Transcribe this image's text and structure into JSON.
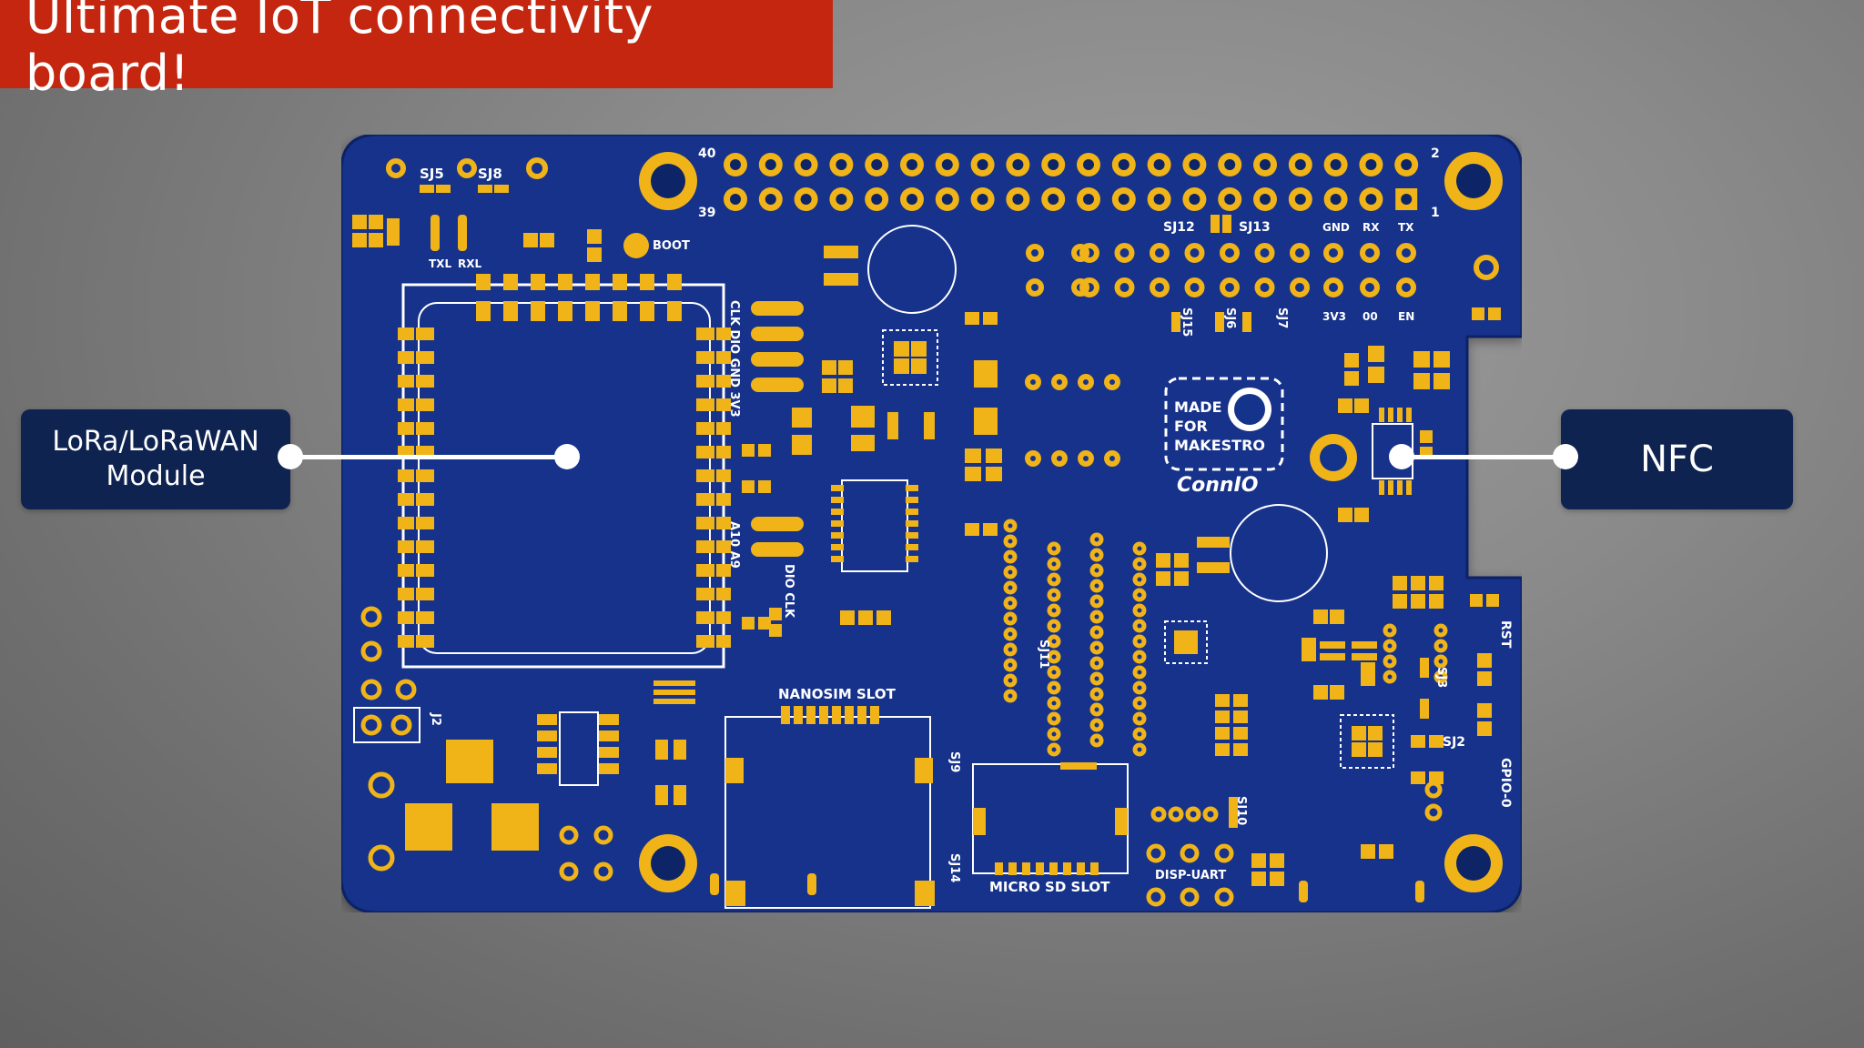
{
  "title": "Ultimate IoT connectivity board!",
  "callouts": {
    "lora": {
      "line1": "LoRa/LoRaWAN",
      "line2": "Module"
    },
    "nfc": {
      "label": "NFC"
    }
  },
  "board": {
    "silkscreen": {
      "pin40": "40",
      "pin39": "39",
      "pin2": "2",
      "pin1": "1",
      "sj5": "SJ5",
      "sj8": "SJ8",
      "txl": "TXL",
      "rxl": "RXL",
      "boot": "BOOT",
      "sj12": "SJ12",
      "sj13": "SJ13",
      "gnd": "GND",
      "rx": "RX",
      "tx": "TX",
      "v3v3": "3V3",
      "io0": "00",
      "en": "EN",
      "sj15": "SJ15",
      "sj6": "SJ6",
      "sj7": "SJ7",
      "clk_dio": "CLK DIO GND 3V3",
      "a10_a9": "A10 A9",
      "dio_clk": "DIO CLK",
      "made": "MADE",
      "for": "FOR",
      "makestro": "MAKESTRO",
      "brand": "ConnIO",
      "nanosim": "NANOSIM SLOT",
      "microsd": "MICRO SD SLOT",
      "sj9": "SJ9",
      "sj14": "SJ14",
      "sj11": "SJ11",
      "sj10": "SJ10",
      "disp_uart": "DISP-UART",
      "j2": "J2",
      "sj3": "SJ3",
      "sj2": "SJ2",
      "rst": "RST",
      "gpio0": "GPIO-0"
    },
    "colors": {
      "pcb": "#14338a",
      "pcb_edge": "#0e2569",
      "copper": "#f0b419",
      "silk": "#ffffff"
    }
  }
}
